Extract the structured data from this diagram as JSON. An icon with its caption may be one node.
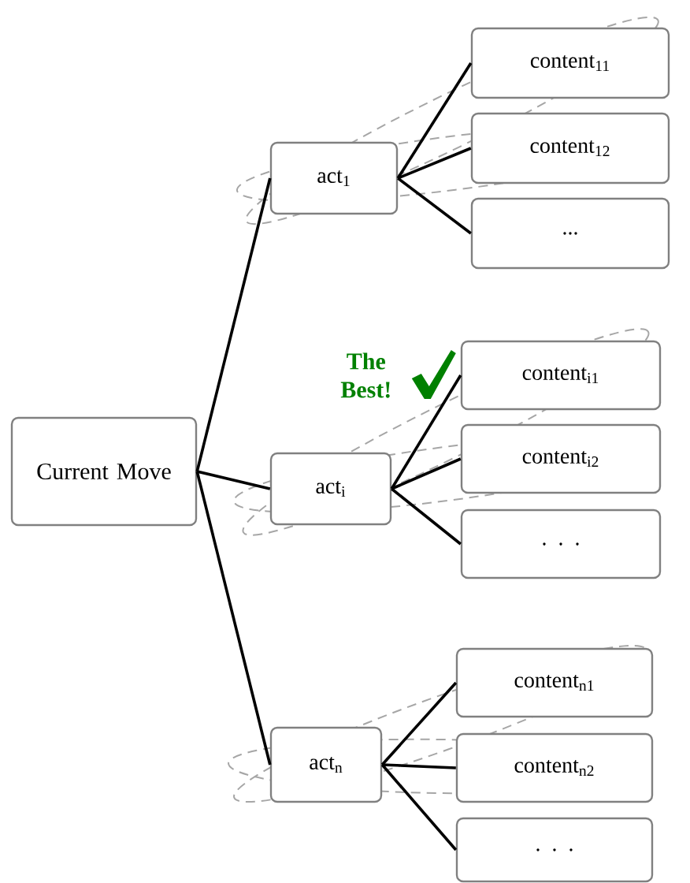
{
  "diagram": {
    "nodes": [
      {
        "text": [
          "Current Move"
        ]
      },
      {
        "text": [
          "act$_{1}$"
        ]
      },
      {
        "text": [
          "content$_{11}$"
        ]
      },
      {
        "text": [
          "content$_{12}$"
        ]
      },
      {
        "text": [
          "..."
        ]
      },
      {
        "text": [
          "act$_{i}$"
        ]
      },
      {
        "text": [
          "content$_{i1}$"
        ],
        "beside": [
          "The Best!"
        ]
      },
      {
        "text": [
          "content$_{i2}$"
        ]
      },
      {
        "text": [
          ". . ."
        ]
      },
      {
        "text": [
          "act$_{n}$"
        ]
      },
      {
        "text": [
          "content$_{n1}$"
        ]
      },
      {
        "text": [
          "content$_{n2}$"
        ]
      },
      {
        "text": [
          ". . ."
        ]
      }
    ],
    "edges": [
      {
        "from": 0,
        "to": 1,
        "arrow": "none"
      },
      {
        "from": 0,
        "to": 5,
        "arrow": "none"
      },
      {
        "from": 0,
        "to": 9,
        "arrow": "none"
      },
      {
        "from": 1,
        "to": 2,
        "arrow": "none"
      },
      {
        "from": 1,
        "to": 3,
        "arrow": "none"
      },
      {
        "from": 1,
        "to": 4,
        "arrow": "none"
      },
      {
        "from": 5,
        "to": 6,
        "arrow": "none"
      },
      {
        "from": 5,
        "to": 7,
        "arrow": "none"
      },
      {
        "from": 5,
        "to": 8,
        "arrow": "none"
      },
      {
        "from": 9,
        "to": 10,
        "arrow": "none"
      },
      {
        "from": 9,
        "to": 11,
        "arrow": "none"
      },
      {
        "from": 9,
        "to": 12,
        "arrow": "none"
      }
    ]
  }
}
